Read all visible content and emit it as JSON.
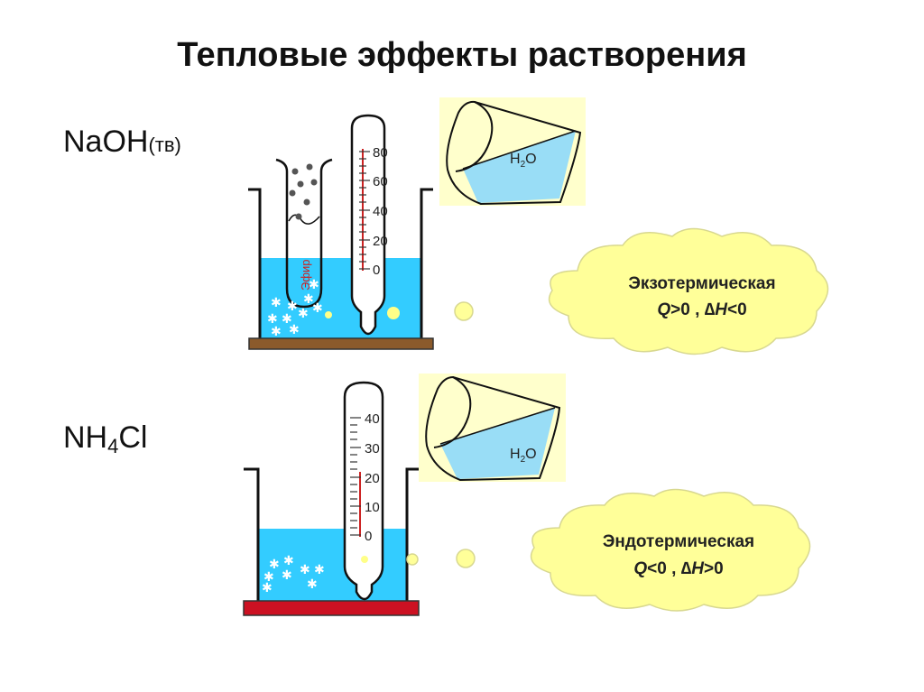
{
  "title": "Тепловые эффекты растворения",
  "experiments": [
    {
      "substance_main": "NaOH",
      "substance_suffix": "(тв)",
      "thermometer_scale": [
        "80",
        "60",
        "40",
        "20",
        "0"
      ],
      "tube_label": "Эфир",
      "water_label_main": "H",
      "water_label_sub": "2",
      "water_label_end": "O",
      "effect_name": "Экзотермическая",
      "effect_q": "Q",
      "effect_q_rel": ">0 , ",
      "effect_dh_delta": "∆",
      "effect_dh": "H",
      "effect_dh_rel": "<0"
    },
    {
      "substance_main": "NH",
      "substance_index": "4",
      "substance_end": "Cl",
      "thermometer_scale": [
        "40",
        "30",
        "20",
        "10",
        "0"
      ],
      "water_label_main": "H",
      "water_label_sub": "2",
      "water_label_end": "O",
      "effect_name": "Эндотермическая",
      "effect_q": "Q",
      "effect_q_rel": "<0 , ",
      "effect_dh_delta": "∆",
      "effect_dh": "H",
      "effect_dh_rel": ">0"
    }
  ],
  "colors": {
    "water": "#33ccff",
    "glass_fill": "#ffffcc",
    "cloud_fill": "#ffff99",
    "cloud_stroke": "#d8d890",
    "mercury": "#cc2222",
    "stand_wood": "#8b5a2b",
    "stand_red": "#cc1122"
  }
}
